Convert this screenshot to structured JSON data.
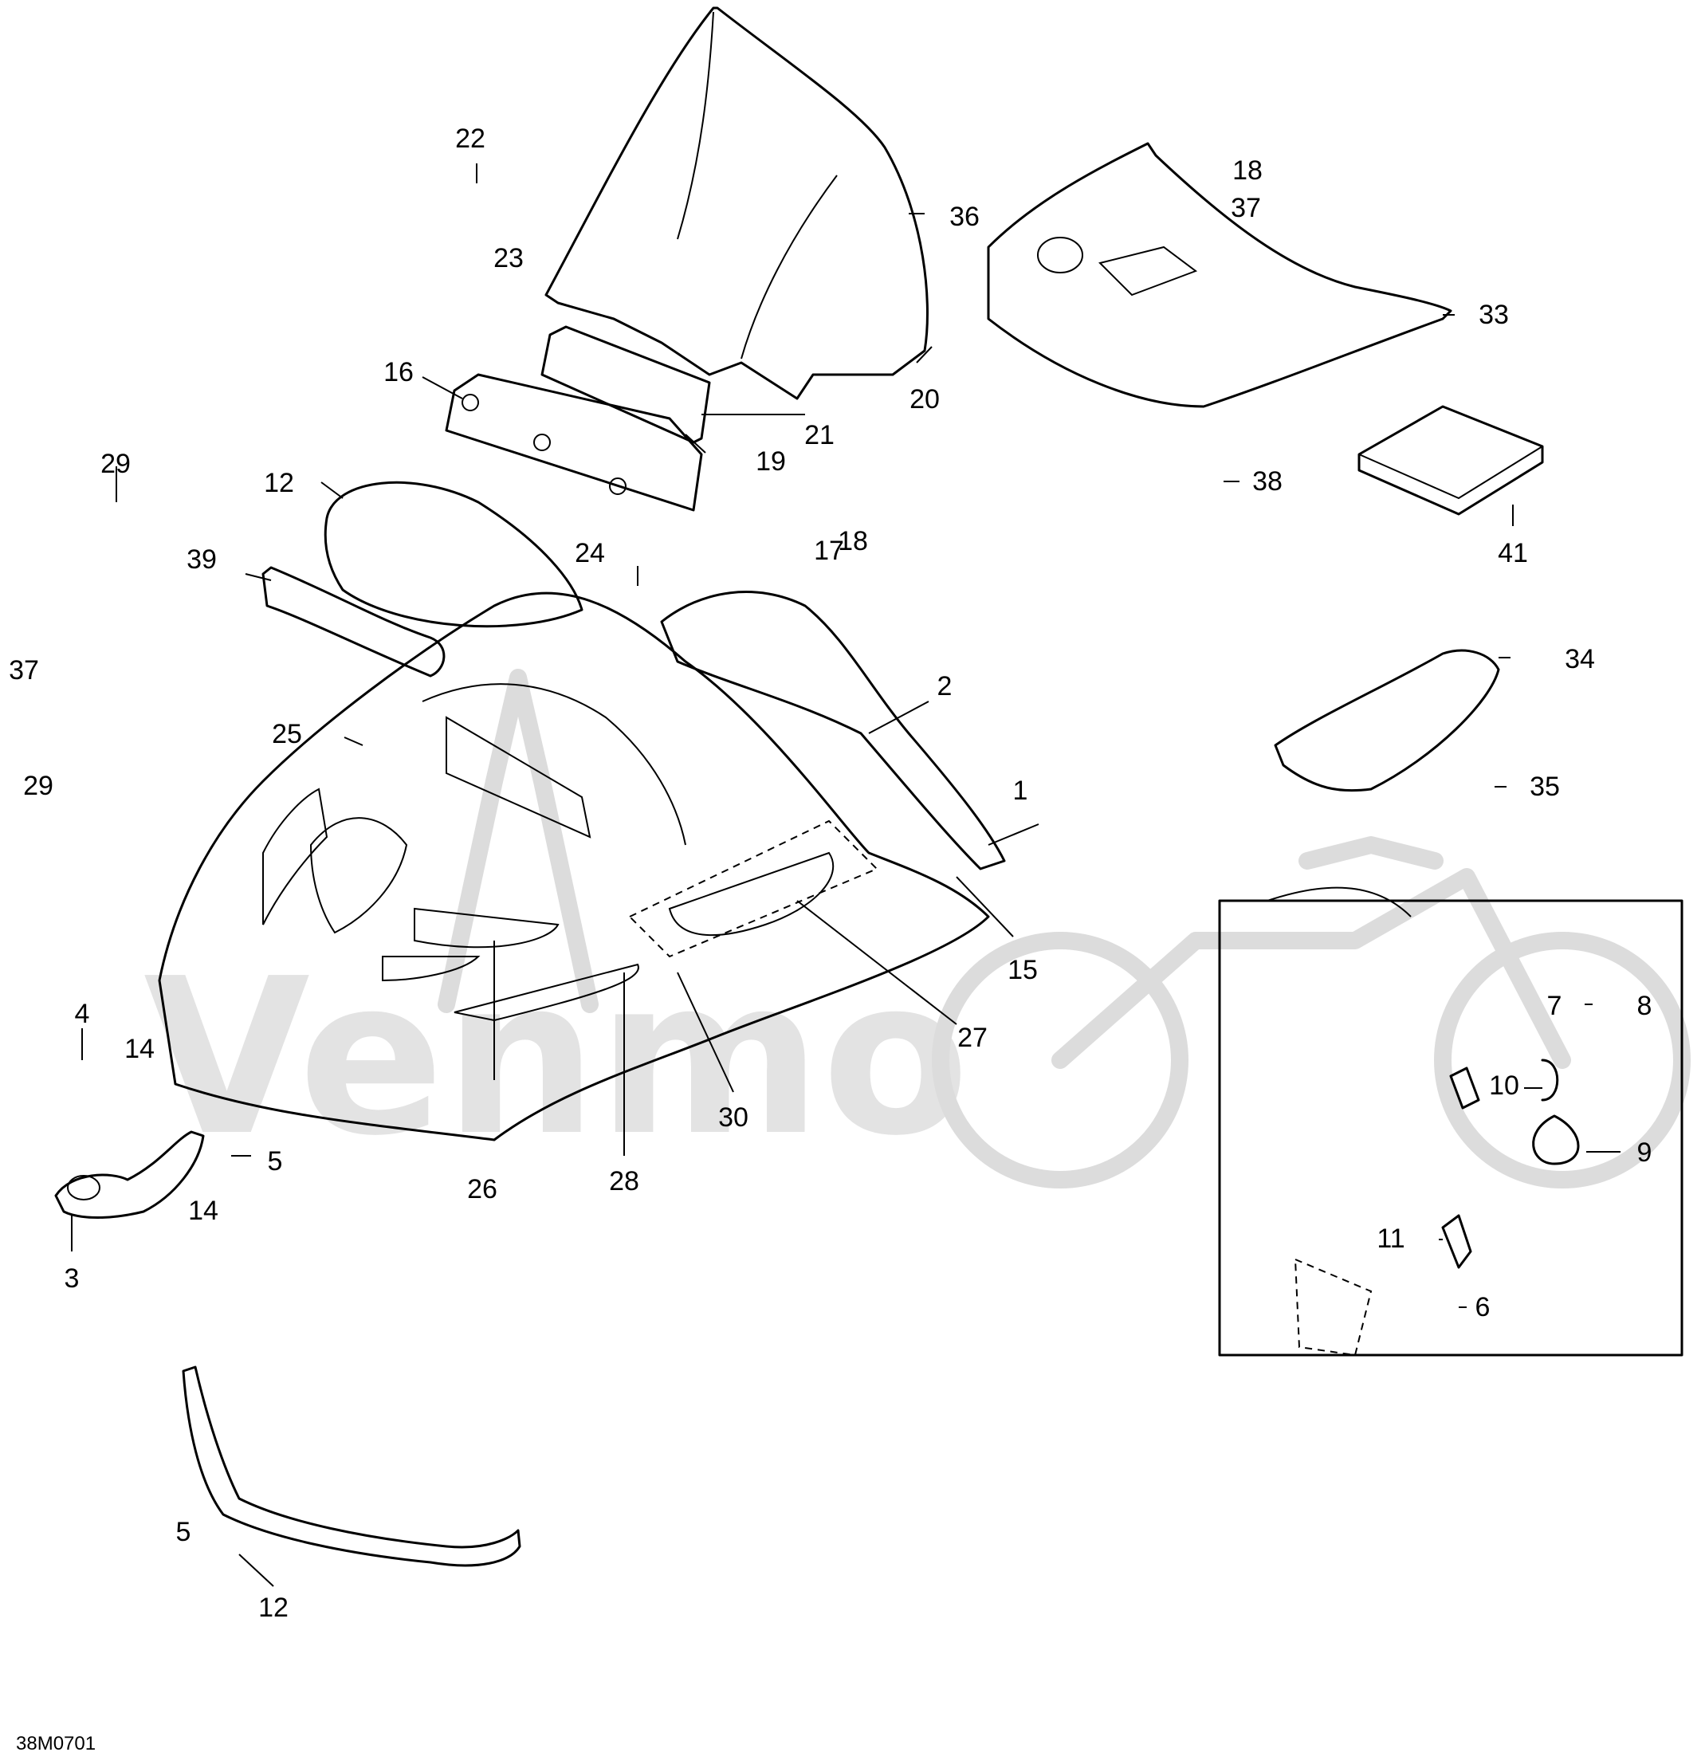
{
  "diagram": {
    "reference_code": "38M0701",
    "watermark": "Venmo",
    "callouts": [
      "1",
      "2",
      "3",
      "4",
      "5",
      "6",
      "7",
      "8",
      "9",
      "10",
      "11",
      "12",
      "14",
      "15",
      "16",
      "17",
      "18",
      "19",
      "20",
      "21",
      "22",
      "23",
      "24",
      "25",
      "26",
      "27",
      "28",
      "29",
      "30",
      "33",
      "34",
      "35",
      "36",
      "37",
      "38",
      "39",
      "41"
    ]
  }
}
